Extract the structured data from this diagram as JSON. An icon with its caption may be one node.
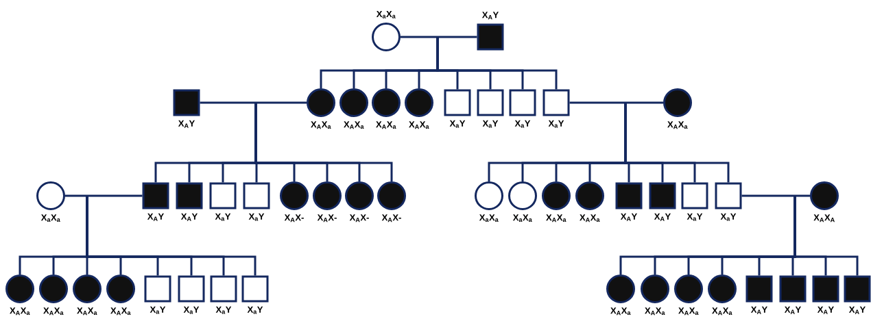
{
  "diagram": {
    "nodes": [
      {
        "text": [],
        "shape": "circle",
        "beside": [
          "X$_{a}$X$_{a}$"
        ]
      },
      {
        "text": [],
        "shape": "box",
        "beside": [
          "X$_{A}$Y"
        ]
      },
      {
        "text": [],
        "shape": "box",
        "beside": [
          "X$_{A}$Y"
        ]
      },
      {
        "text": [],
        "shape": "circle",
        "beside": [
          "X$_{A}$X$_{a}$"
        ]
      },
      {
        "text": [],
        "shape": "circle",
        "beside": [
          "X$_{A}$X$_{a}$"
        ]
      },
      {
        "text": [],
        "shape": "circle",
        "beside": [
          "X$_{A}$X$_{a}$"
        ]
      },
      {
        "text": [],
        "shape": "circle",
        "beside": [
          "X$_{A}$X$_{a}$"
        ]
      },
      {
        "text": [],
        "shape": "box",
        "beside": [
          "X$_{a}$Y"
        ]
      },
      {
        "text": [],
        "shape": "box",
        "beside": [
          "X$_{a}$Y"
        ]
      },
      {
        "text": [],
        "shape": "box",
        "beside": [
          "X$_{a}$Y"
        ]
      },
      {
        "text": [],
        "shape": "box",
        "beside": [
          "X$_{a}$Y"
        ]
      },
      {
        "text": [],
        "shape": "circle",
        "beside": [
          "X$_{A}$X$_{a}$"
        ]
      },
      {
        "text": [],
        "shape": "circle",
        "beside": [
          "X$_{a}$X$_{a}$"
        ]
      },
      {
        "text": [],
        "shape": "box",
        "beside": [
          "X$_{A}$Y"
        ]
      },
      {
        "text": [],
        "shape": "box",
        "beside": [
          "X$_{A}$Y"
        ]
      },
      {
        "text": [],
        "shape": "box",
        "beside": [
          "X$_{a}$Y"
        ]
      },
      {
        "text": [],
        "shape": "box",
        "beside": [
          "X$_{a}$Y"
        ]
      },
      {
        "text": [],
        "shape": "circle",
        "beside": [
          "X$_{A}$X-"
        ]
      },
      {
        "text": [],
        "shape": "circle",
        "beside": [
          "X$_{A}$X-"
        ]
      },
      {
        "text": [],
        "shape": "circle",
        "beside": [
          "X$_{A}$X-"
        ]
      },
      {
        "text": [],
        "shape": "circle",
        "beside": [
          "X$_{A}$X-"
        ]
      },
      {
        "text": [],
        "shape": "circle",
        "beside": [
          "X$_{a}$X$_{a}$"
        ]
      },
      {
        "text": [],
        "shape": "circle",
        "beside": [
          "X$_{a}$X$_{a}$"
        ]
      },
      {
        "text": [],
        "shape": "circle",
        "beside": [
          "X$_{A}$X$_{a}$"
        ]
      },
      {
        "text": [],
        "shape": "circle",
        "beside": [
          "X$_{A}$X$_{a}$"
        ]
      },
      {
        "text": [],
        "shape": "box",
        "beside": [
          "X$_{A}$Y"
        ]
      },
      {
        "text": [],
        "shape": "box",
        "beside": [
          "X$_{A}$Y"
        ]
      },
      {
        "text": [],
        "shape": "box",
        "beside": [
          "X$_{a}$Y"
        ]
      },
      {
        "text": [],
        "shape": "box",
        "beside": [
          "X$_{a}$Y"
        ]
      },
      {
        "text": [],
        "shape": "circle",
        "beside": [
          "X$_{A}$X$_{A}$"
        ]
      },
      {
        "text": [],
        "shape": "circle",
        "beside": [
          "X$_{A}$X$_{a}$"
        ]
      },
      {
        "text": [],
        "shape": "circle",
        "beside": [
          "X$_{A}$X$_{a}$"
        ]
      },
      {
        "text": [],
        "shape": "circle",
        "beside": [
          "X$_{A}$X$_{a}$"
        ]
      },
      {
        "text": [],
        "shape": "circle",
        "beside": [
          "X$_{A}$X$_{a}$"
        ]
      },
      {
        "text": [],
        "shape": "box",
        "beside": [
          "X$_{a}$Y"
        ]
      },
      {
        "text": [],
        "shape": "box",
        "beside": [
          "X$_{a}$Y"
        ]
      },
      {
        "text": [],
        "shape": "box",
        "beside": [
          "X$_{a}$Y"
        ]
      },
      {
        "text": [],
        "shape": "box",
        "beside": [
          "X$_{a}$Y"
        ]
      },
      {
        "text": [],
        "shape": "circle",
        "beside": [
          "X$_{A}$X$_{a}$"
        ]
      },
      {
        "text": [],
        "shape": "circle",
        "beside": [
          "X$_{A}$X$_{a}$"
        ]
      },
      {
        "text": [],
        "shape": "circle",
        "beside": [
          "X$_{A}$X$_{a}$"
        ]
      },
      {
        "text": [],
        "shape": "circle",
        "beside": [
          "X$_{A}$X$_{a}$"
        ]
      },
      {
        "text": [],
        "shape": "box",
        "beside": [
          "X$_{A}$Y"
        ]
      },
      {
        "text": [],
        "shape": "box",
        "beside": [
          "X$_{A}$Y"
        ]
      },
      {
        "text": [],
        "shape": "box",
        "beside": [
          "X$_{A}$Y"
        ]
      },
      {
        "text": [],
        "shape": "box",
        "beside": [
          "X$_{A}$Y"
        ]
      }
    ],
    "edges": [
      {
        "from": 0,
        "to": 3,
        "arrow": "none"
      },
      {
        "from": 1,
        "to": 3,
        "arrow": "none"
      },
      {
        "from": 0,
        "to": 4,
        "arrow": "none"
      },
      {
        "from": 1,
        "to": 4,
        "arrow": "none"
      },
      {
        "from": 0,
        "to": 5,
        "arrow": "none"
      },
      {
        "from": 1,
        "to": 5,
        "arrow": "none"
      },
      {
        "from": 0,
        "to": 6,
        "arrow": "none"
      },
      {
        "from": 1,
        "to": 6,
        "arrow": "none"
      },
      {
        "from": 0,
        "to": 7,
        "arrow": "none"
      },
      {
        "from": 1,
        "to": 7,
        "arrow": "none"
      },
      {
        "from": 0,
        "to": 8,
        "arrow": "none"
      },
      {
        "from": 1,
        "to": 8,
        "arrow": "none"
      },
      {
        "from": 0,
        "to": 9,
        "arrow": "none"
      },
      {
        "from": 1,
        "to": 9,
        "arrow": "none"
      },
      {
        "from": 0,
        "to": 10,
        "arrow": "none"
      },
      {
        "from": 1,
        "to": 10,
        "arrow": "none"
      },
      {
        "from": 0,
        "to": 1,
        "arrow": "none"
      },
      {
        "from": 2,
        "to": 3,
        "arrow": "none"
      },
      {
        "from": 2,
        "to": 13,
        "arrow": "none"
      },
      {
        "from": 3,
        "to": 13,
        "arrow": "none"
      },
      {
        "from": 2,
        "to": 14,
        "arrow": "none"
      },
      {
        "from": 3,
        "to": 14,
        "arrow": "none"
      },
      {
        "from": 2,
        "to": 15,
        "arrow": "none"
      },
      {
        "from": 3,
        "to": 15,
        "arrow": "none"
      },
      {
        "from": 2,
        "to": 16,
        "arrow": "none"
      },
      {
        "from": 3,
        "to": 16,
        "arrow": "none"
      },
      {
        "from": 2,
        "to": 17,
        "arrow": "none"
      },
      {
        "from": 3,
        "to": 17,
        "arrow": "none"
      },
      {
        "from": 2,
        "to": 18,
        "arrow": "none"
      },
      {
        "from": 3,
        "to": 18,
        "arrow": "none"
      },
      {
        "from": 2,
        "to": 19,
        "arrow": "none"
      },
      {
        "from": 3,
        "to": 19,
        "arrow": "none"
      },
      {
        "from": 2,
        "to": 20,
        "arrow": "none"
      },
      {
        "from": 3,
        "to": 20,
        "arrow": "none"
      },
      {
        "from": 10,
        "to": 11,
        "arrow": "none"
      },
      {
        "from": 10,
        "to": 21,
        "arrow": "none"
      },
      {
        "from": 11,
        "to": 21,
        "arrow": "none"
      },
      {
        "from": 10,
        "to": 22,
        "arrow": "none"
      },
      {
        "from": 11,
        "to": 22,
        "arrow": "none"
      },
      {
        "from": 10,
        "to": 23,
        "arrow": "none"
      },
      {
        "from": 11,
        "to": 23,
        "arrow": "none"
      },
      {
        "from": 10,
        "to": 24,
        "arrow": "none"
      },
      {
        "from": 11,
        "to": 24,
        "arrow": "none"
      },
      {
        "from": 10,
        "to": 25,
        "arrow": "none"
      },
      {
        "from": 11,
        "to": 25,
        "arrow": "none"
      },
      {
        "from": 10,
        "to": 26,
        "arrow": "none"
      },
      {
        "from": 11,
        "to": 26,
        "arrow": "none"
      },
      {
        "from": 10,
        "to": 27,
        "arrow": "none"
      },
      {
        "from": 11,
        "to": 27,
        "arrow": "none"
      },
      {
        "from": 10,
        "to": 28,
        "arrow": "none"
      },
      {
        "from": 11,
        "to": 28,
        "arrow": "none"
      },
      {
        "from": 12,
        "to": 13,
        "arrow": "none"
      },
      {
        "from": 12,
        "to": 30,
        "arrow": "none"
      },
      {
        "from": 13,
        "to": 30,
        "arrow": "none"
      },
      {
        "from": 12,
        "to": 31,
        "arrow": "none"
      },
      {
        "from": 13,
        "to": 31,
        "arrow": "none"
      },
      {
        "from": 12,
        "to": 32,
        "arrow": "none"
      },
      {
        "from": 13,
        "to": 32,
        "arrow": "none"
      },
      {
        "from": 12,
        "to": 33,
        "arrow": "none"
      },
      {
        "from": 13,
        "to": 33,
        "arrow": "none"
      },
      {
        "from": 12,
        "to": 34,
        "arrow": "none"
      },
      {
        "from": 13,
        "to": 34,
        "arrow": "none"
      },
      {
        "from": 12,
        "to": 35,
        "arrow": "none"
      },
      {
        "from": 13,
        "to": 35,
        "arrow": "none"
      },
      {
        "from": 12,
        "to": 36,
        "arrow": "none"
      },
      {
        "from": 13,
        "to": 36,
        "arrow": "none"
      },
      {
        "from": 12,
        "to": 37,
        "arrow": "none"
      },
      {
        "from": 13,
        "to": 37,
        "arrow": "none"
      },
      {
        "from": 28,
        "to": 29,
        "arrow": "none"
      },
      {
        "from": 28,
        "to": 38,
        "arrow": "none"
      },
      {
        "from": 29,
        "to": 38,
        "arrow": "none"
      },
      {
        "from": 28,
        "to": 39,
        "arrow": "none"
      },
      {
        "from": 29,
        "to": 39,
        "arrow": "none"
      },
      {
        "from": 28,
        "to": 40,
        "arrow": "none"
      },
      {
        "from": 29,
        "to": 40,
        "arrow": "none"
      },
      {
        "from": 28,
        "to": 41,
        "arrow": "none"
      },
      {
        "from": 29,
        "to": 41,
        "arrow": "none"
      },
      {
        "from": 28,
        "to": 42,
        "arrow": "none"
      },
      {
        "from": 29,
        "to": 42,
        "arrow": "none"
      },
      {
        "from": 28,
        "to": 43,
        "arrow": "none"
      },
      {
        "from": 29,
        "to": 43,
        "arrow": "none"
      },
      {
        "from": 28,
        "to": 44,
        "arrow": "none"
      },
      {
        "from": 29,
        "to": 44,
        "arrow": "none"
      },
      {
        "from": 28,
        "to": 45,
        "arrow": "none"
      },
      {
        "from": 29,
        "to": 45,
        "arrow": "none"
      }
    ]
  }
}
